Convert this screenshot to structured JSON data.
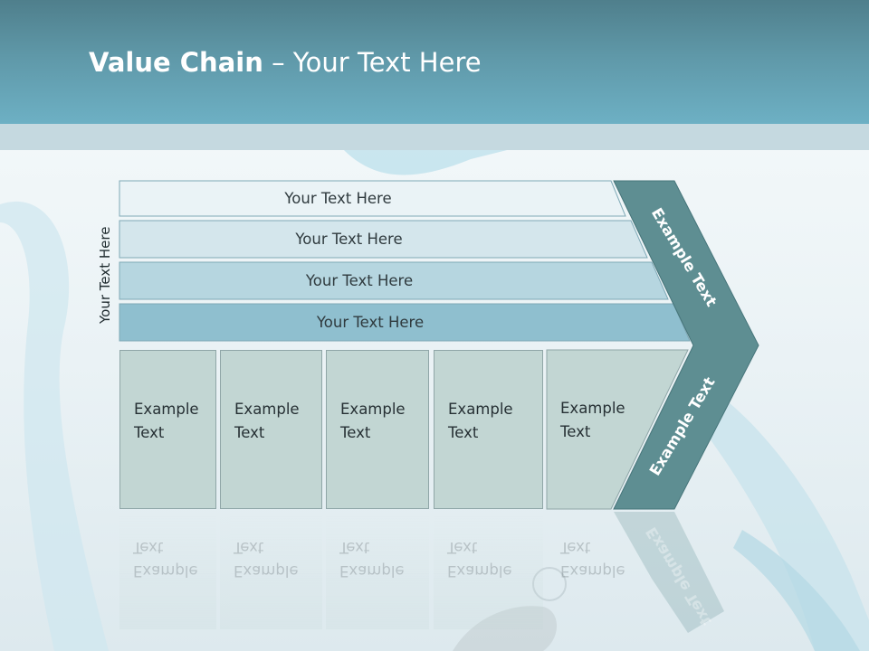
{
  "slide": {
    "title_bold": "Value Chain",
    "title_rest": " – Your Text Here",
    "vertical_label": "Your Text Here"
  },
  "rows": [
    {
      "label": "Your Text Here"
    },
    {
      "label": "Your Text Here"
    },
    {
      "label": "Your Text Here"
    },
    {
      "label": "Your Text Here"
    }
  ],
  "boxes": [
    {
      "line1": "Example",
      "line2": "Text"
    },
    {
      "line1": "Example",
      "line2": "Text"
    },
    {
      "line1": "Example",
      "line2": "Text"
    },
    {
      "line1": "Example",
      "line2": "Text"
    },
    {
      "line1": "Example",
      "line2": "Text"
    }
  ],
  "chevron": {
    "top_label": "Example Text",
    "bottom_label": "Example Text"
  },
  "colors": {
    "header": "#5f98a8",
    "row_1": "#eaf3f6",
    "row_2": "#d4e6ec",
    "row_3": "#b6d6e0",
    "row_4": "#8fbfcf",
    "box_fill": "#c2d6d3",
    "chevron_fill": "#5e8e92"
  }
}
